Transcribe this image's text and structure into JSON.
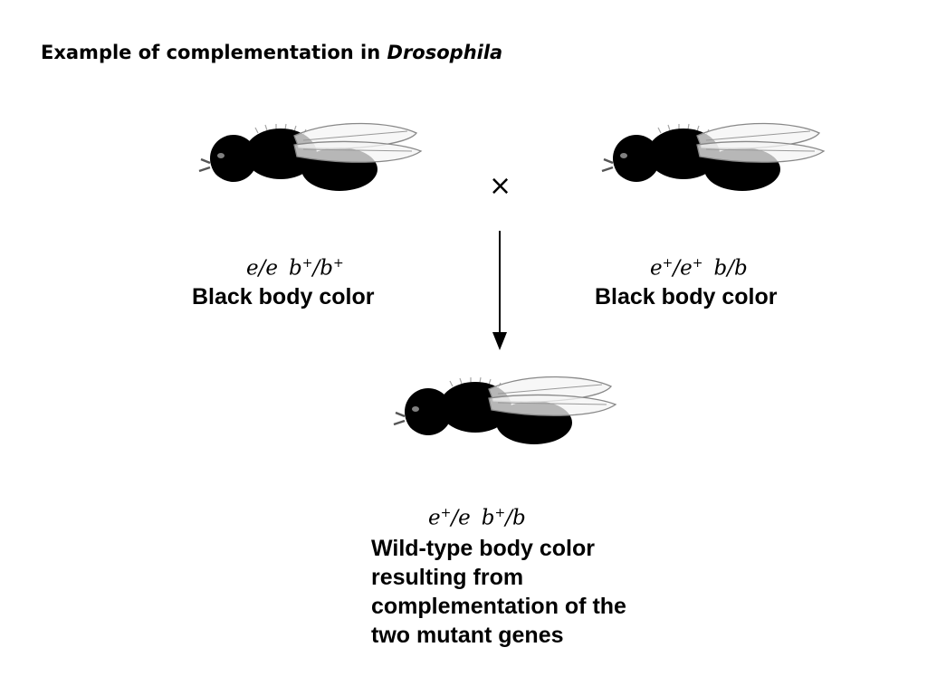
{
  "title": {
    "prefix": "Example of complementation in ",
    "species": "Drosophila"
  },
  "cross_symbol": "×",
  "colors": {
    "mutant_body": "#6e6e6e",
    "wild_body": "#d6a44a",
    "eye": "#d1143c"
  },
  "parent1": {
    "genotype": {
      "a1": "e",
      "s1": "",
      "a2": "e",
      "g2a1": "b",
      "g2s1": "+",
      "g2a2": "b",
      "g2s2": "+"
    },
    "phenotype": "Black body color"
  },
  "parent2": {
    "genotype": {
      "a1": "e",
      "s1": "+",
      "a2": "e",
      "s2": "+",
      "g2a1": "b",
      "g2a2": "b"
    },
    "phenotype": "Black body color"
  },
  "offspring": {
    "genotype": {
      "a1": "e",
      "s1": "+",
      "a2": "e",
      "g2a1": "b",
      "g2s1": "+",
      "g2a2": "b"
    },
    "phenotype_lines": [
      "Wild-type body color",
      "resulting from",
      "complementation of the",
      "two mutant genes"
    ]
  }
}
